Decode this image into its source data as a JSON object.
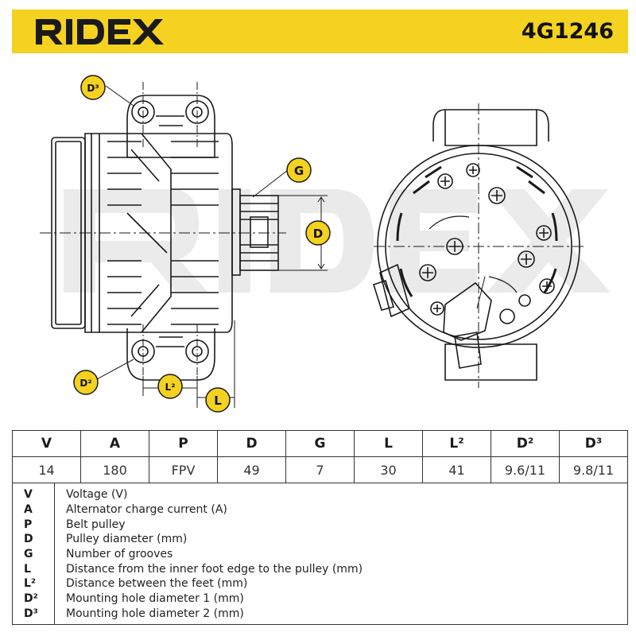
{
  "brand": {
    "logo_text": "RIDEX",
    "part_number": "4G1246",
    "accent_color": "#f4d21f",
    "watermark_text": "RIDEX"
  },
  "drawing": {
    "callouts": {
      "d3": "D³",
      "g": "G",
      "d": "D",
      "d2": "D²",
      "l2": "L²",
      "l": "L"
    }
  },
  "spec_table": {
    "headers": [
      "V",
      "A",
      "P",
      "D",
      "G",
      "L",
      "L²",
      "D²",
      "D³"
    ],
    "values": [
      "14",
      "180",
      "FPV",
      "49",
      "7",
      "30",
      "41",
      "9.6/11",
      "9.8/11"
    ]
  },
  "legend": [
    {
      "symbol": "V",
      "description": "Voltage (V)"
    },
    {
      "symbol": "A",
      "description": "Alternator charge current (A)"
    },
    {
      "symbol": "P",
      "description": "Belt pulley"
    },
    {
      "symbol": "D",
      "description": "Pulley diameter (mm)"
    },
    {
      "symbol": "G",
      "description": "Number of grooves"
    },
    {
      "symbol": "L",
      "description": "Distance from the inner foot edge to the pulley (mm)"
    },
    {
      "symbol": "L²",
      "description": "Distance between the feet (mm)"
    },
    {
      "symbol": "D²",
      "description": "Mounting hole diameter 1 (mm)"
    },
    {
      "symbol": "D³",
      "description": "Mounting hole diameter 2 (mm)"
    }
  ]
}
